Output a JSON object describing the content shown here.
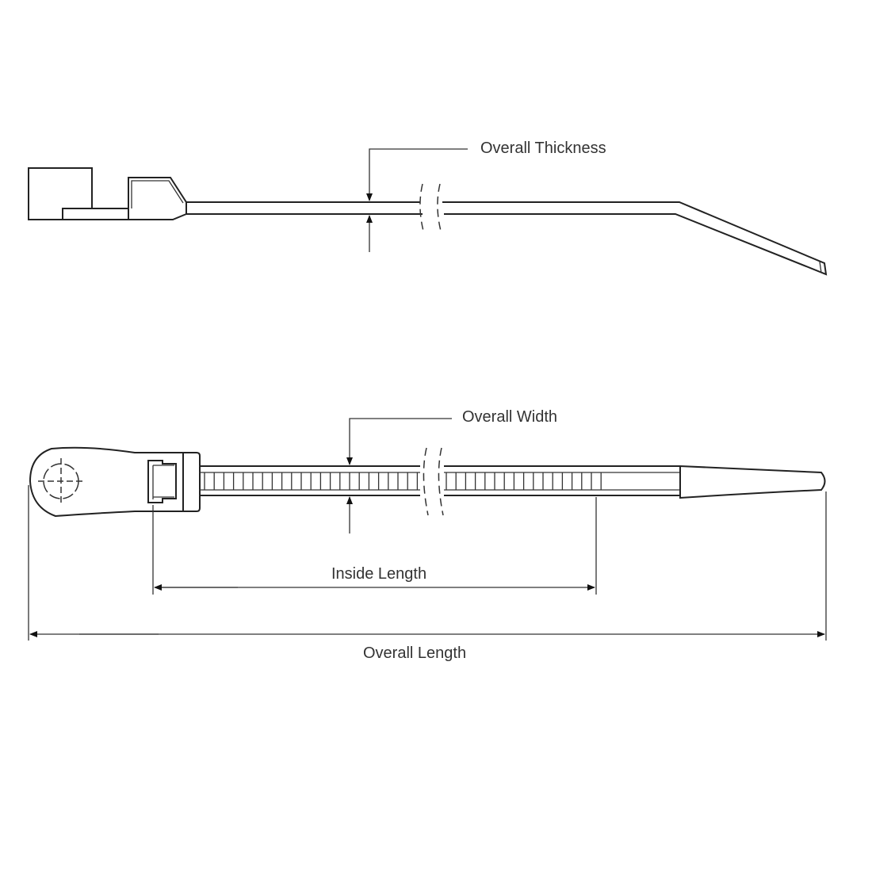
{
  "labels": {
    "thickness": "Overall Thickness",
    "width": "Overall Width",
    "inside_length": "Inside Length",
    "overall_length": "Overall Length"
  },
  "colors": {
    "line": "#222222",
    "background": "#ffffff"
  }
}
